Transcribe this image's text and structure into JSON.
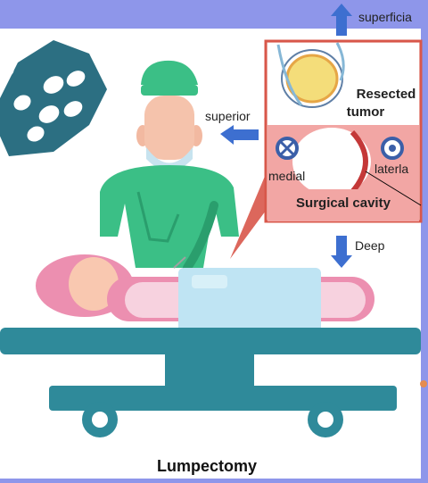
{
  "labels": {
    "superficial": "superficia",
    "superior": "superior",
    "deep": "Deep",
    "resected_tumor_line1": "Resected",
    "resected_tumor_line2": "tumor",
    "medial": "medial",
    "lateral": "laterla",
    "surgical_cavity": "Surgical cavity",
    "caption": "Lumpectomy"
  },
  "colors": {
    "frame_bg": "#8e96ea",
    "arrow_blue": "#3d6fd0",
    "inset_border": "#d8574a",
    "inset_fill": "#f9e2df",
    "cavity_pink": "#f2a6a4",
    "surgeon_green": "#3bbf86",
    "table_teal": "#2f8a9a",
    "lamp_teal": "#2c6f82",
    "patient_pink": "#ec8fb0",
    "sheet_blue": "#bfe4f3"
  },
  "icons": {
    "up_arrow": "arrow-up-icon",
    "left_arrow": "arrow-left-icon",
    "down_arrow": "arrow-down-icon",
    "medial_marker": "cross-circle-icon",
    "lateral_marker": "dot-circle-icon"
  }
}
